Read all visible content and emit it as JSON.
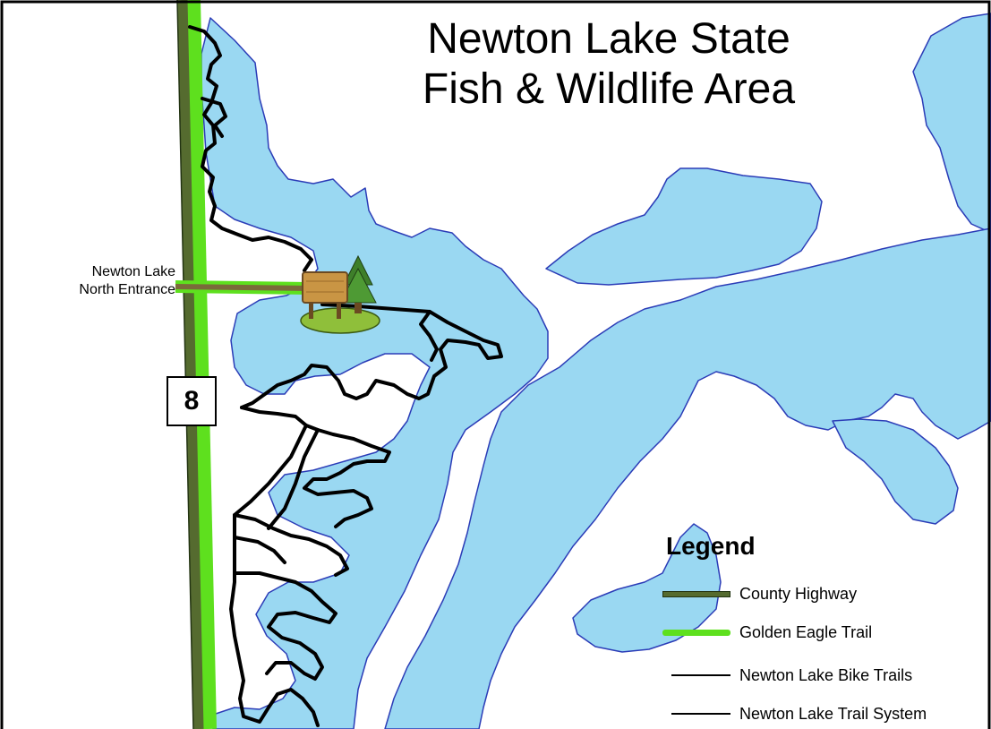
{
  "title": {
    "line1": "Newton Lake State",
    "line2": "Fish & Wildlife Area"
  },
  "entrance": {
    "line1": "Newton Lake",
    "line2": "North Entrance"
  },
  "route_shield": "8",
  "legend": {
    "title": "Legend",
    "items": [
      {
        "label": "County Highway",
        "swatch": "hwy"
      },
      {
        "label": "Golden Eagle Trail",
        "swatch": "eagle"
      },
      {
        "label": "Newton Lake Bike Trails",
        "swatch": "bike"
      },
      {
        "label": "Newton Lake Trail System",
        "swatch": "trail"
      }
    ]
  },
  "colors": {
    "water": "#9ad8f2",
    "water_outline": "#2b3cb7",
    "county_highway": "#556b2f",
    "golden_eagle_trail": "#5ee01e",
    "trail_lines": "#000000",
    "frame": "#000000"
  },
  "icons": [
    "trailhead-sign-icon",
    "pine-tree-icon"
  ]
}
